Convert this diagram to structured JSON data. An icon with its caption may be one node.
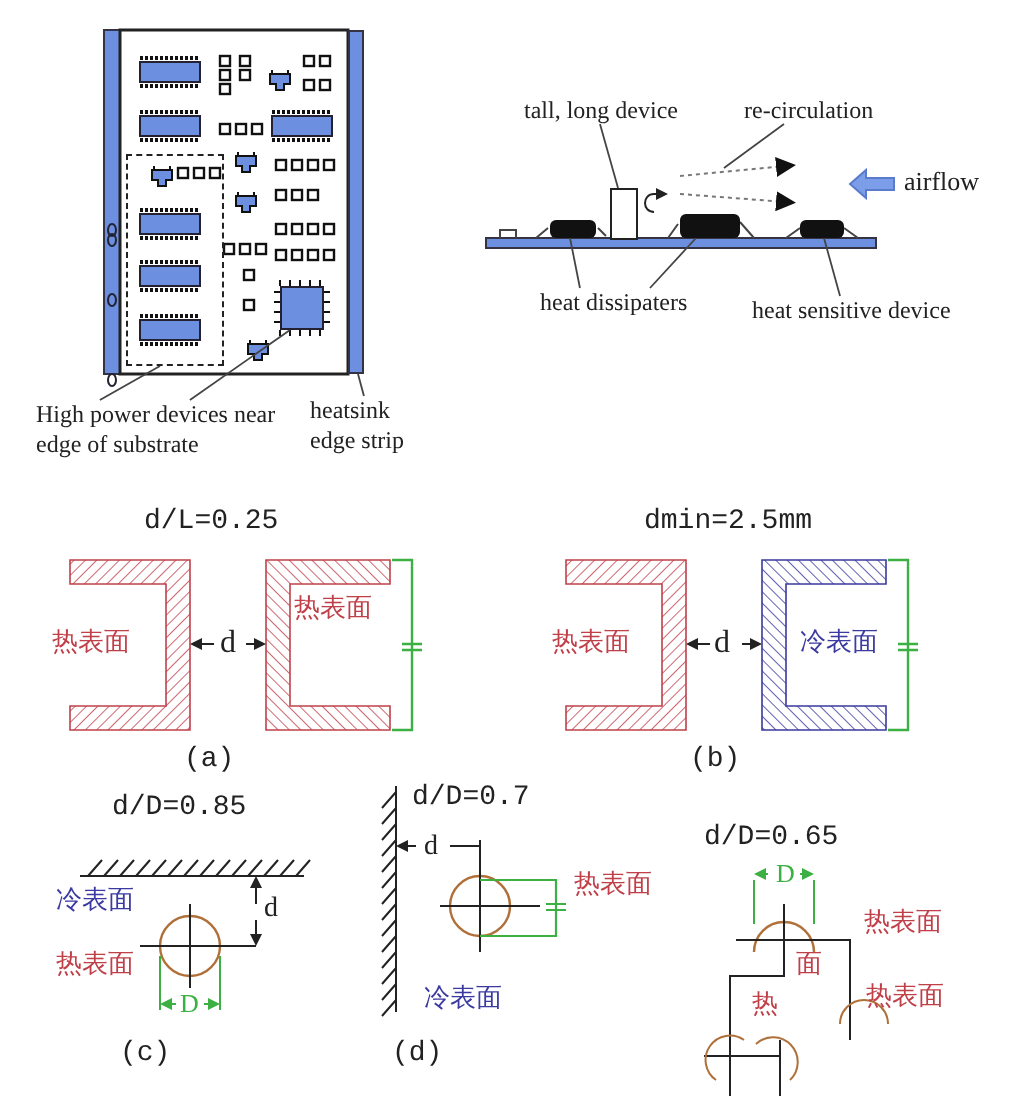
{
  "diagram": {
    "nodes": [
      {
        "text": [
          "High power devices near edge of substrate"
        ]
      },
      {
        "text": [],
        "shape": "box"
      },
      {
        "text": [],
        "shape": "box"
      },
      {
        "text": [
          "heatsink edge strip"
        ]
      },
      {
        "text": [],
        "shape": "bar"
      },
      {
        "text": [
          "tall, long device"
        ]
      },
      {
        "text": [],
        "shape": "box"
      },
      {
        "text": [
          "re-circulation"
        ]
      },
      {
        "text": [
          "heat dissipaters"
        ]
      },
      {
        "text": [],
        "shape": "box"
      },
      {
        "text": [],
        "shape": "box"
      },
      {
        "text": [
          "heat sensitive device"
        ]
      },
      {
        "text": [],
        "shape": "box"
      }
    ],
    "edges": [
      {
        "from": 0,
        "to": 1,
        "arrow": "none"
      },
      {
        "from": 0,
        "to": 2,
        "arrow": "none"
      },
      {
        "from": 3,
        "to": 4,
        "arrow": "none"
      },
      {
        "from": 5,
        "to": 6,
        "arrow": "none"
      },
      {
        "from": 7,
        "to": null,
        "arrow": "none"
      },
      {
        "from": 8,
        "to": 9,
        "arrow": "none"
      },
      {
        "from": 8,
        "to": 10,
        "arrow": "none"
      },
      {
        "from": 11,
        "to": 12,
        "arrow": "none"
      }
    ],
    "labels": [
      "airflow",
      "d/L=0.25",
      "dmin=2.5mm",
      "热表面",
      "d",
      "热表面",
      "热表面",
      "d",
      "冷表面",
      "(a)",
      "(b)",
      "d/D=0.85",
      "d/D=0.7",
      "d",
      "热表面",
      "d/D=0.65",
      "冷表面",
      "d",
      "热表面",
      "D",
      "D",
      "热表面",
      "面",
      "冷表面",
      "热",
      "热表面",
      "(c)",
      "(d)"
    ]
  }
}
